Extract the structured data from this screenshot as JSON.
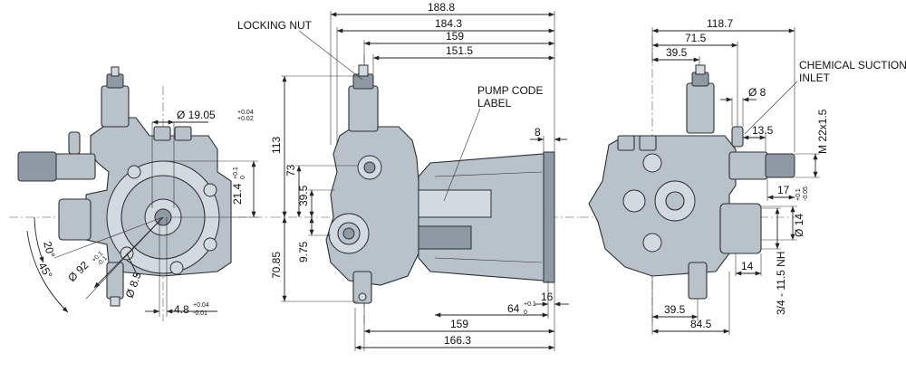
{
  "annotations": {
    "locking_nut": "LOCKING NUT",
    "pump_code_1": "PUMP CODE",
    "pump_code_2": "LABEL",
    "chem_suction_1": "CHEMICAL SUCTION",
    "chem_suction_2": "INLET"
  },
  "left_view": {
    "shaft_dia": "Ø 19.05",
    "shaft_dia_tol_upper": "+0.04",
    "shaft_dia_tol_lower": "+0.02",
    "key_height": "21.4",
    "key_height_tol_upper": "+0.1",
    "key_height_tol_lower": "0",
    "angle_20": "20°",
    "angle_45": "45°",
    "bolt_circle": "Ø 92",
    "bolt_circle_tol_upper": "+0.1",
    "bolt_circle_tol_lower": "-0.1",
    "hole_dia": "Ø 8.5",
    "key_width": "4.8",
    "key_width_tol_upper": "+0.04",
    "key_width_tol_lower": "-0.01"
  },
  "front_view": {
    "overall_188": "188.8",
    "overall_184": "184.3",
    "overall_159_top": "159",
    "overall_151": "151.5",
    "height_113": "113",
    "height_73": "73",
    "height_39": "39.5",
    "height_9": "9.75",
    "height_70": "70.85",
    "flange_8": "8",
    "flange_16": "16",
    "shaft_64": "64",
    "shaft_64_tol_upper": "+0.1",
    "shaft_64_tol_lower": "0",
    "bottom_159": "159",
    "bottom_166": "166.3"
  },
  "right_view": {
    "overall_118": "118.7",
    "width_71": "71.5",
    "width_39_top": "39.5",
    "dia_8": "Ø 8",
    "len_13": "13.5",
    "thread_m22": "M 22x1.5",
    "len_17": "17",
    "dia_14": "Ø 14",
    "dia_14_tol_upper": "+0.1",
    "dia_14_tol_lower": "-0.05",
    "len_14": "14",
    "thread_nh": "3/4 - 11.5 NH",
    "width_39_bottom": "39.5",
    "width_84": "84.5"
  }
}
